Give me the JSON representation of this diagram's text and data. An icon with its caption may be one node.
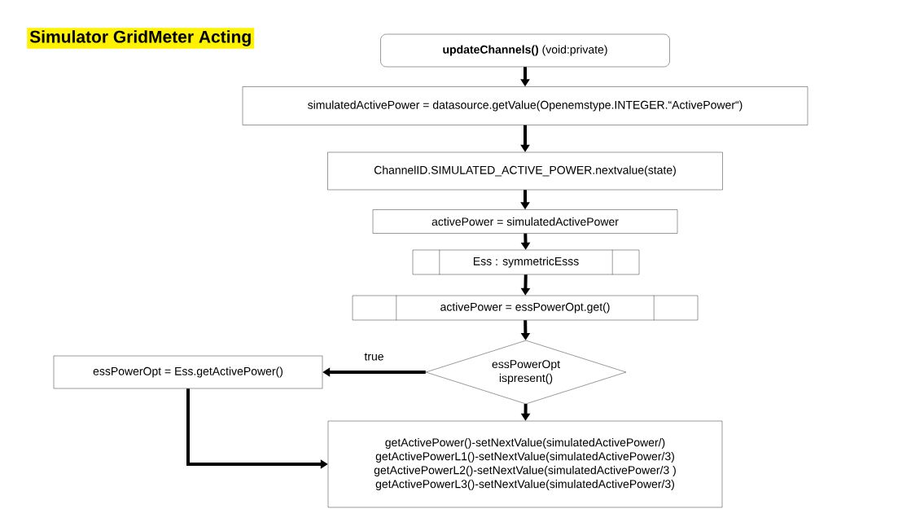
{
  "diagram": {
    "title": "Simulator GridMeter Acting",
    "nodes": [
      {
        "text": [
          "**updateChannels()** (void:private)"
        ]
      },
      {
        "text": [
          "simulatedActivePower = datasource.getValue(Openemstype.INTEGER.“ActivePower“)"
        ]
      },
      {
        "text": [
          "ChannelID.SIMULATED_ACTIVE_POWER.nextvalue(state)"
        ]
      },
      {
        "text": [
          "activePower =  simulatedActivePower"
        ]
      },
      {
        "text": [
          "Ess : symmetricEsss"
        ]
      },
      {
        "text": [
          "activePower = essPowerOpt.get()"
        ]
      },
      {
        "text": [
          "essPowerOpt",
          "ispresent()"
        ]
      },
      {
        "text": [
          "essPowerOpt =  Ess.getActivePower()"
        ]
      },
      {
        "text": [
          "getActivePower()-setNextValue(simulatedActivePower/)",
          "getActivePowerL1()-setNextValue(simulatedActivePower/3)",
          "getActivePowerL2()-setNextValue(simulatedActivePower/3 )",
          "getActivePowerL3()-setNextValue(simulatedActivePower/3)"
        ]
      }
    ],
    "edges": [
      {
        "from": 0,
        "to": 1,
        "arrow": "to"
      },
      {
        "from": 1,
        "to": 2,
        "arrow": "to"
      },
      {
        "from": 2,
        "to": 3,
        "arrow": "to"
      },
      {
        "from": 3,
        "to": 4,
        "arrow": "to"
      },
      {
        "from": 4,
        "to": 5,
        "arrow": "to"
      },
      {
        "from": 5,
        "to": 6,
        "arrow": "to"
      },
      {
        "from": 6,
        "to": 7,
        "arrow": "to",
        "label": "true"
      },
      {
        "from": 6,
        "to": 8,
        "arrow": "to"
      },
      {
        "from": 7,
        "to": 8,
        "arrow": "to"
      }
    ]
  }
}
